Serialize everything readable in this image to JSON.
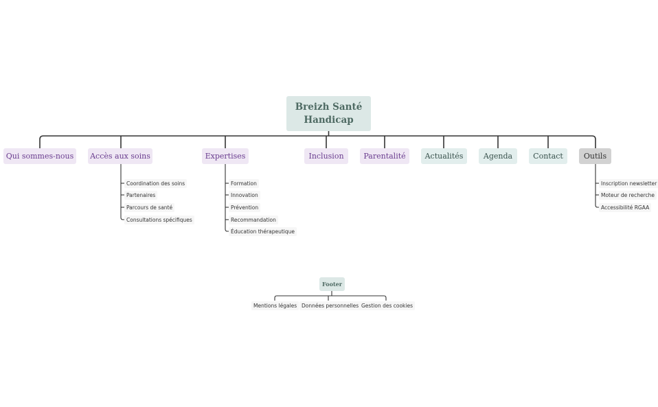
{
  "root": {
    "line1": "Breizh Santé",
    "line2": "Handicap"
  },
  "sections": [
    {
      "label": "Qui sommes-nous",
      "children": []
    },
    {
      "label": "Accès aux soins",
      "children": [
        "Coordination des soins",
        "Partenaires",
        "Parcours de santé",
        "Consultations spécifiques"
      ]
    },
    {
      "label": "Expertises",
      "children": [
        "Formation",
        "Innovation",
        "Prévention",
        "Recommandation",
        "Éducation thérapeutique"
      ]
    },
    {
      "label": "Inclusion",
      "children": []
    },
    {
      "label": "Parentalité",
      "children": []
    },
    {
      "label": "Actualités",
      "children": []
    },
    {
      "label": "Agenda",
      "children": []
    },
    {
      "label": "Contact",
      "children": []
    },
    {
      "label": "Outils",
      "children": [
        "Inscription newsletter",
        "Moteur de recherche",
        "Accessibilité RGAA"
      ]
    }
  ],
  "footer": {
    "label": "Footer",
    "children": [
      "Mentions légales",
      "Données personnelles",
      "Gestion des cookies"
    ]
  },
  "colors": {
    "line": "#333333",
    "purple_bg": "#efe7f4",
    "teal_bg": "#e2eeed",
    "grey_bg": "#d2d2d2",
    "root_bg": "#dce8e6"
  }
}
